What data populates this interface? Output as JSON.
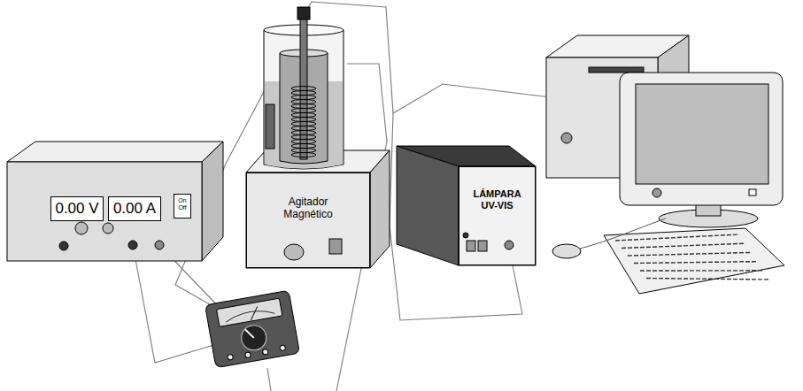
{
  "diagram": {
    "nodes": [
      {
        "text": [
          "0.00 V"
        ]
      },
      {
        "text": [
          "0.00 A"
        ]
      },
      {
        "text": [
          "On Off"
        ]
      },
      {
        "text": [
          "Agitador Magnético"
        ]
      },
      {
        "text": [
          "LÁMPARA UV-VIS"
        ]
      }
    ]
  }
}
